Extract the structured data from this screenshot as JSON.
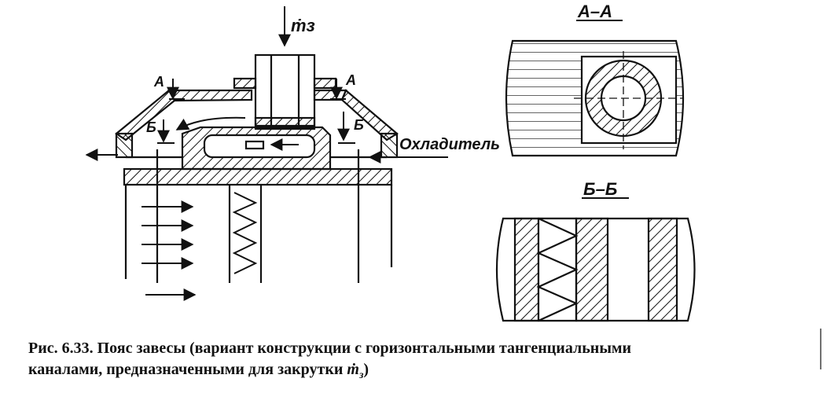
{
  "labels": {
    "mass_flow_symbol": "ṁз",
    "section_a": "А",
    "section_b": "Б",
    "coolant": "Охладитель",
    "title_aa": "А–А",
    "title_bb": "Б–Б"
  },
  "caption": {
    "fig_number": "Рис. 6.33.",
    "text_line1": "Пояс завесы (вариант конструкции с горизонтальными тангенциальными",
    "text_line2": "каналами, предназначенными для закрутки",
    "symbol_base": "ṁ",
    "symbol_sub": "з",
    "close": ")"
  },
  "colors": {
    "ink": "#111111",
    "paper": "#ffffff"
  }
}
